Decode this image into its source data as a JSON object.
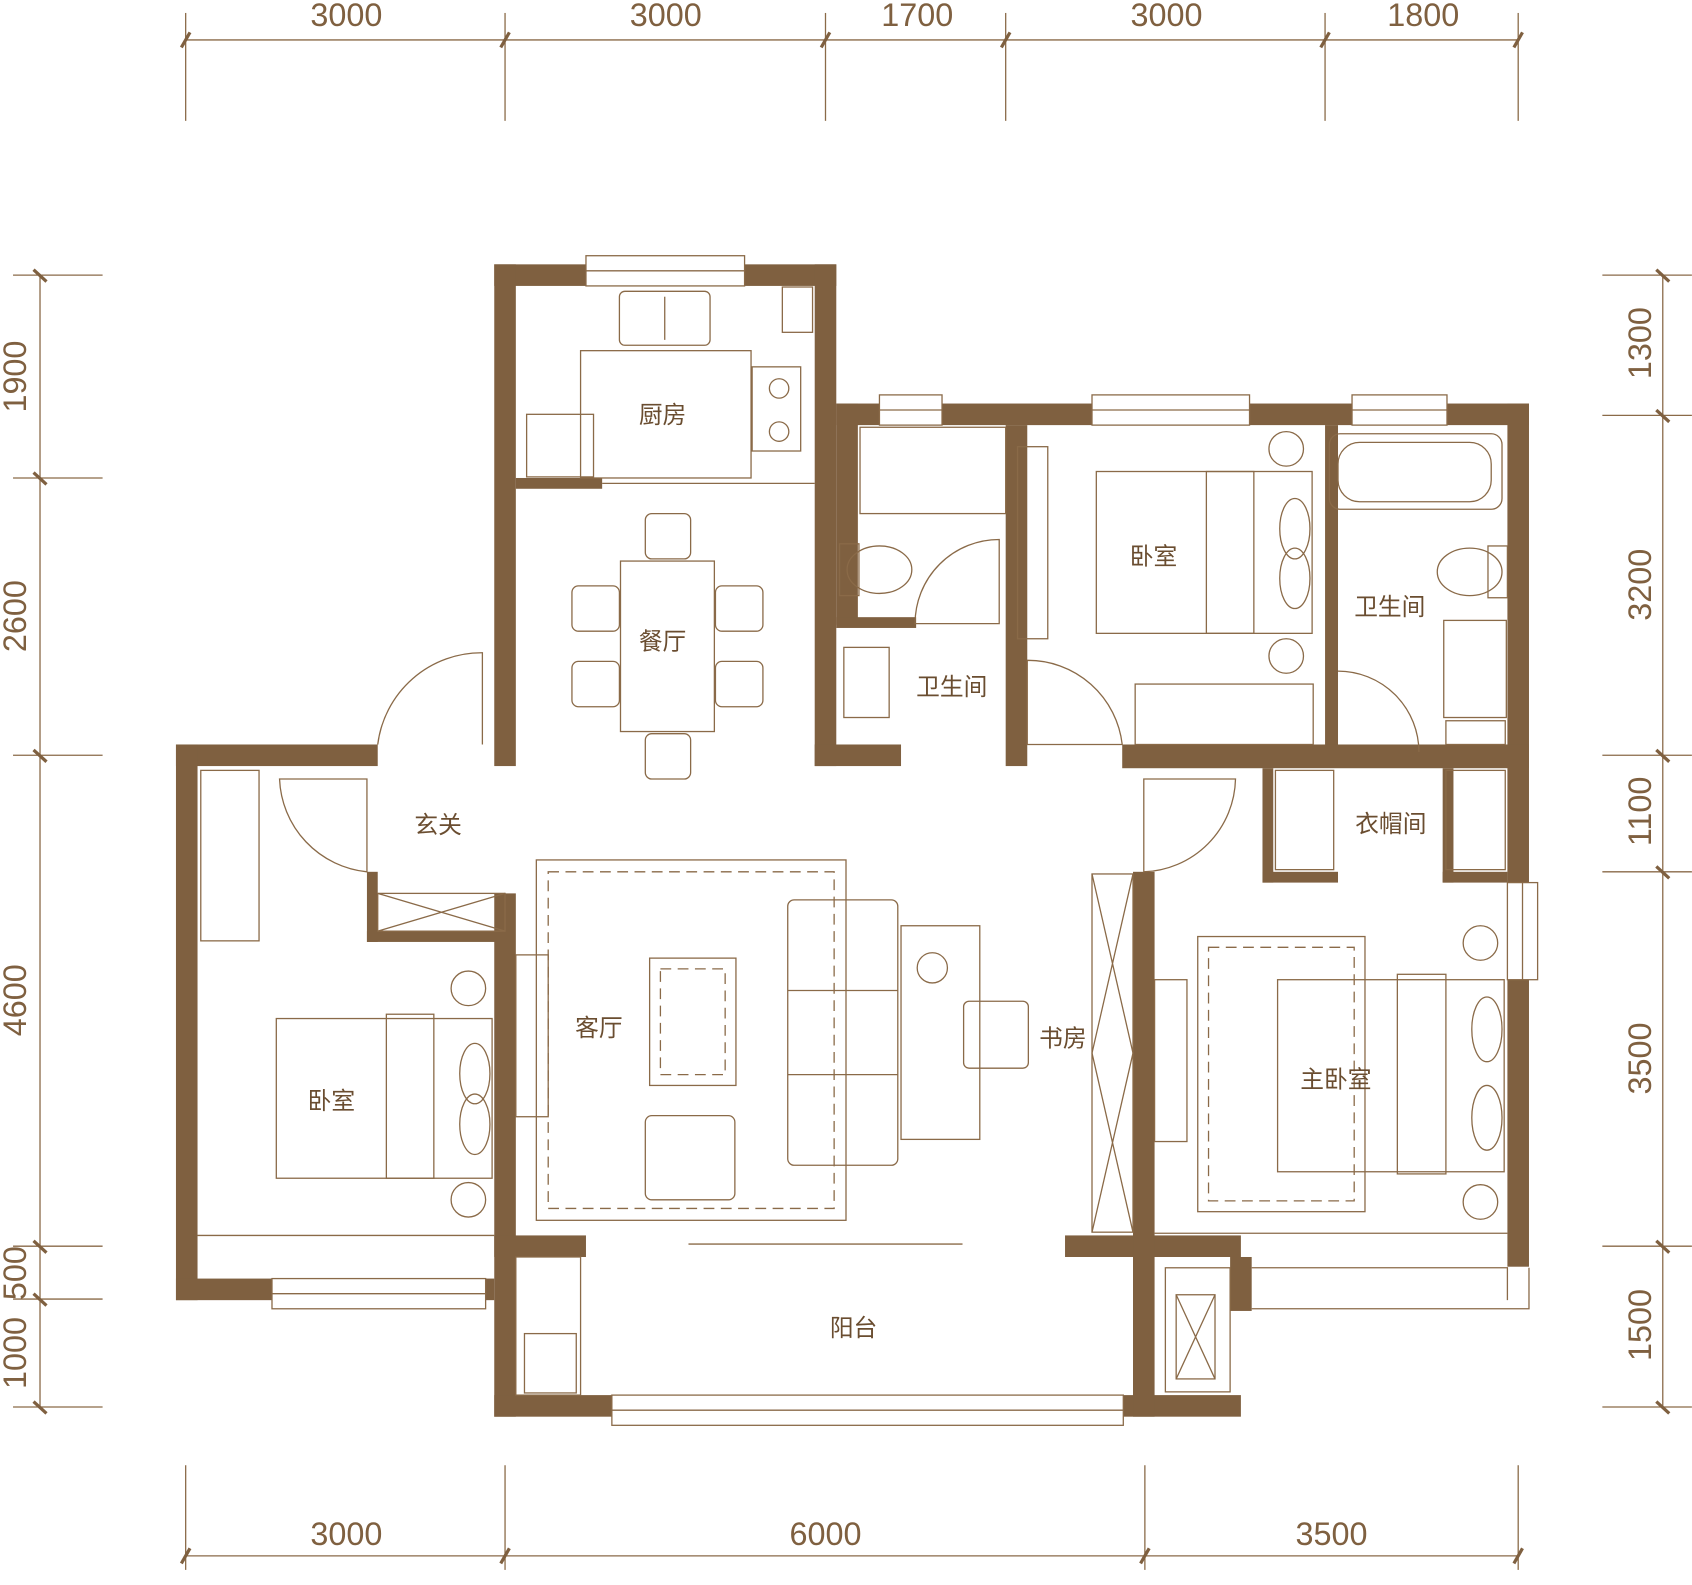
{
  "rooms": {
    "kitchen": "厨房",
    "dining": "餐厅",
    "foyer": "玄关",
    "living": "客厅",
    "bedroom_left": "卧室",
    "bathroom_center": "卫生间",
    "bedroom_right": "卧室",
    "bathroom_right": "卫生间",
    "walk_in_closet": "衣帽间",
    "study": "书房",
    "master_bedroom": "主卧室",
    "balcony": "阳台"
  },
  "dimensions": {
    "top": [
      "3000",
      "3000",
      "1700",
      "3000",
      "1800"
    ],
    "bottom": [
      "3000",
      "6000",
      "3500"
    ],
    "left": [
      "1900",
      "2600",
      "4600",
      "500",
      "1000"
    ],
    "right": [
      "1300",
      "3200",
      "1100",
      "3500",
      "1500"
    ]
  },
  "colors": {
    "wall": "#7f6040",
    "line": "#8a6a48"
  }
}
